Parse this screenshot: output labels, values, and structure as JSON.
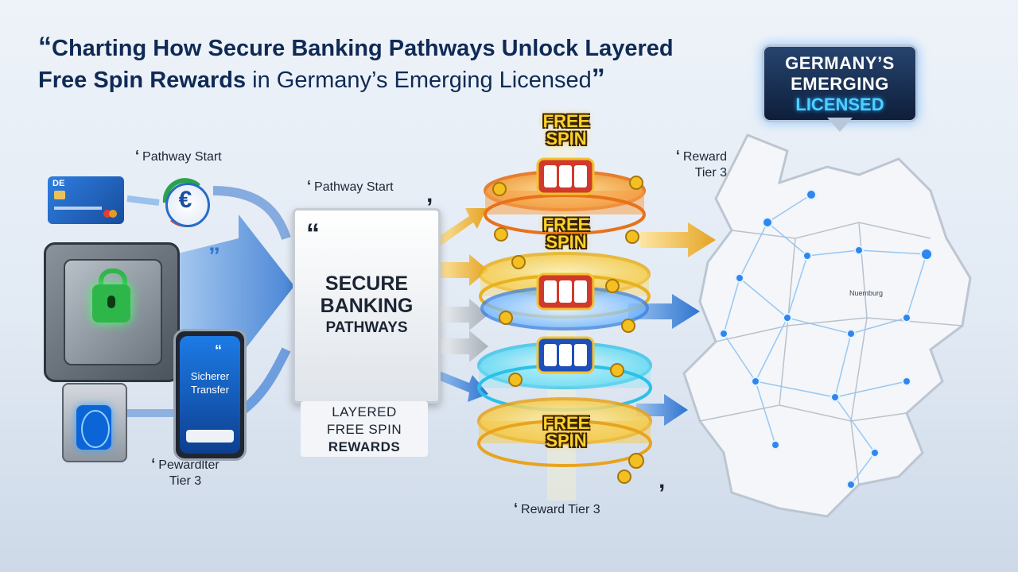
{
  "title": {
    "open_quote": "“",
    "bold_part": "Charting How Secure Banking Pathways Unlock Layered Free Spin Rewards",
    "regular_part": " in Germany’s Emerging Licensed",
    "close_quote": "”"
  },
  "badge": {
    "line1": "GERMANY’S",
    "line2": "EMERGING",
    "line3": "LICENSED"
  },
  "labels": {
    "pathway_start_1": "Pathway Start",
    "pathway_start_2": "Pathway Start",
    "reward_tier_3_top": "Reward Tier 3",
    "reward_tier_3_bottom": "Reward Tier 3",
    "pewardlter_line1": "Pewardlter",
    "pewardlter_line2": "Tier 3",
    "reward_tier_3_top_line1": "Reward",
    "reward_tier_3_top_line2": "Tier 3"
  },
  "card": {
    "country": "DE"
  },
  "euro": {
    "symbol": "€"
  },
  "phone": {
    "quote": "“",
    "line1": "Sicherer",
    "line2": "Transfer"
  },
  "secure_box": {
    "quote": "“",
    "line1": "SECURE",
    "line2": "BANKING",
    "line3": "PATHWAYS"
  },
  "rewards_box": {
    "line1": "LAYERED",
    "line2": "FREE SPIN",
    "line3": "REWARDS"
  },
  "free_spin": {
    "line1": "FREE",
    "line2": "SPIN"
  },
  "map": {
    "city_label_1": "Nuemburg"
  },
  "colors": {
    "accent_blue": "#2a6bc4",
    "gold": "#ffd12b",
    "glow_cyan": "#4fd0ff",
    "arrow_blue": "#2f74d0"
  }
}
